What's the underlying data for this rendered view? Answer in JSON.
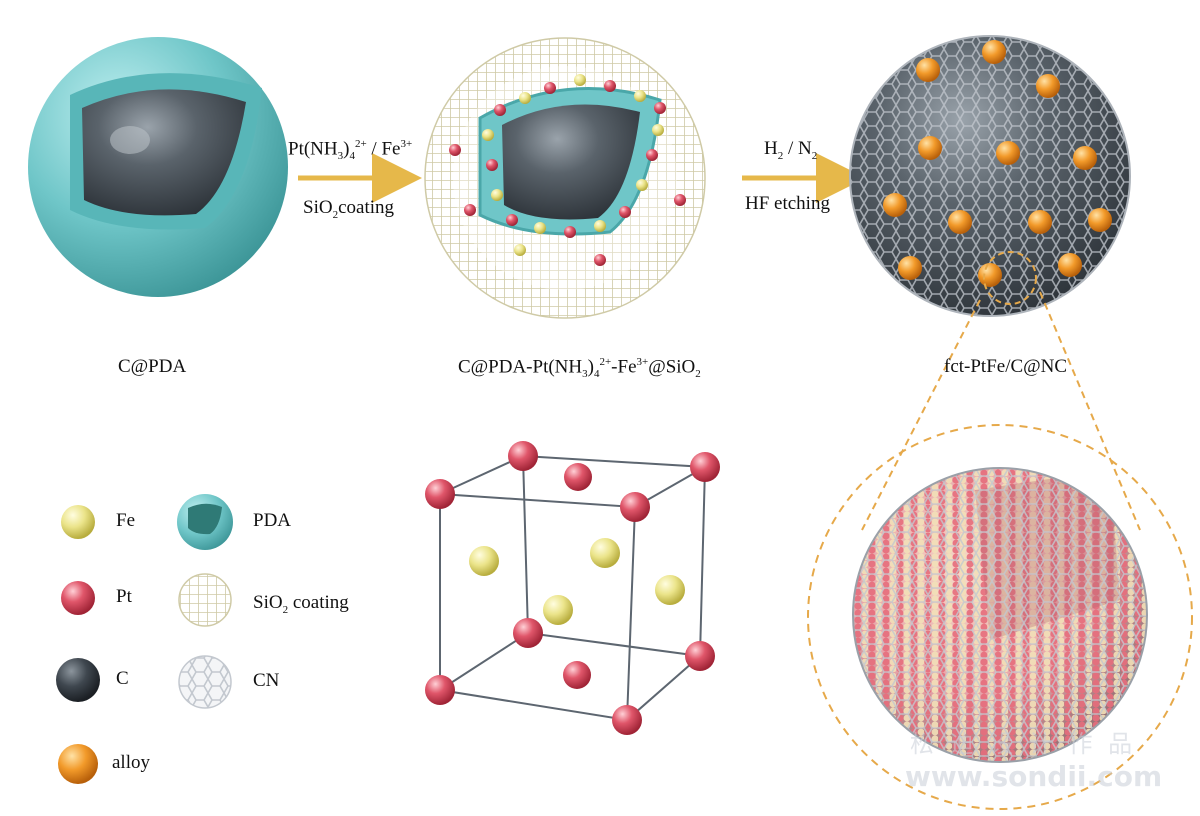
{
  "stages": [
    {
      "label": "C@PDA"
    },
    {
      "label_parts": [
        "C@PDA-Pt(NH",
        "3",
        ")",
        "4",
        "2+",
        "-Fe",
        "3+",
        "@SiO",
        "2"
      ]
    },
    {
      "label": "fct-PtFe/C@NC"
    }
  ],
  "arrows": [
    {
      "top": [
        "Pt(NH",
        "3",
        ")",
        "4",
        "2+",
        " / Fe",
        "3+"
      ],
      "bottom": [
        "SiO",
        "2",
        "coating"
      ]
    },
    {
      "top": [
        "H",
        "2",
        " / N",
        "2"
      ],
      "bottom": [
        "HF etching"
      ]
    }
  ],
  "legend": [
    {
      "icon": "fe-sphere-icon",
      "label": "Fe",
      "color": "#e8e07a"
    },
    {
      "icon": "pt-sphere-icon",
      "label": "Pt",
      "color": "#e0566a"
    },
    {
      "icon": "c-sphere-icon",
      "label": "C",
      "color": "#3f474f"
    },
    {
      "icon": "alloy-sphere-icon",
      "label": "alloy",
      "color": "#f29a2a"
    },
    {
      "icon": "pda-shell-icon",
      "label": "PDA",
      "color": "#6fc6c8"
    },
    {
      "icon": "sio2-coating-icon",
      "label_parts": [
        "SiO",
        "2",
        " coating"
      ],
      "color": "#d8d4b8"
    },
    {
      "icon": "cn-shell-icon",
      "label": "CN",
      "color": "#c8ccd2"
    }
  ],
  "watermark": {
    "line1": "松 迪 设 计 作 品",
    "line2": "www.sondii.com"
  },
  "colors": {
    "arrow": "#e6b84a",
    "pda": "#6fc6c8",
    "carbon": "#3f474f",
    "pt": "#e0566a",
    "fe": "#e8e07a",
    "alloy": "#f29a2a",
    "lattice": "#5d6670",
    "dashed": "#e6a94a"
  }
}
